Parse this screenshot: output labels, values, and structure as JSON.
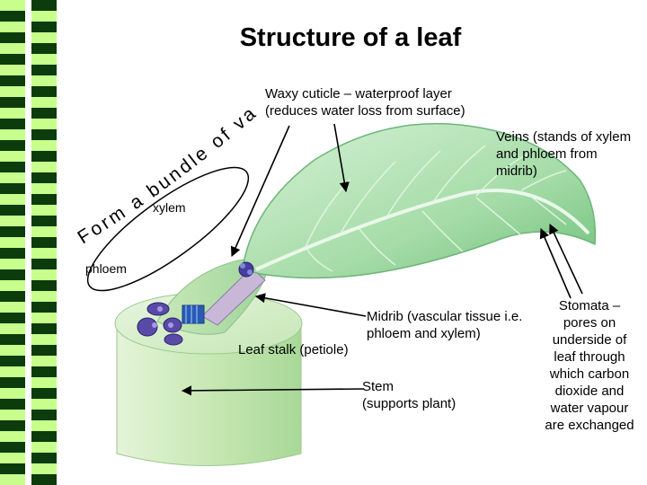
{
  "title": "Structure of a leaf",
  "labels": {
    "cuticle": "Waxy cuticle – waterproof layer\n(reduces water loss from surface)",
    "veins": "Veins (stands of xylem\nand phloem from\nmidrib)",
    "arc": "Form a bundle of vascular tissue",
    "xylem": "xylem",
    "phloem": "phloem",
    "midrib": "Midrib (vascular tissue i.e.\nphloem and xylem)",
    "stalk": "Leaf stalk (petiole)",
    "stem": "Stem\n(supports plant)",
    "stomata": "Stomata –\npores on\nunderside of\nleaf through\nwhich carbon\ndioxide and\nwater vapour\nare exchanged"
  },
  "colors": {
    "stripe_light": "#c8ff8c",
    "stripe_dark": "#0c3c0c",
    "leaf": "#b4e4b4",
    "stem": "#d2ecc4",
    "phloem": "#4a3ca0",
    "xylem": "#2a5ab4"
  }
}
